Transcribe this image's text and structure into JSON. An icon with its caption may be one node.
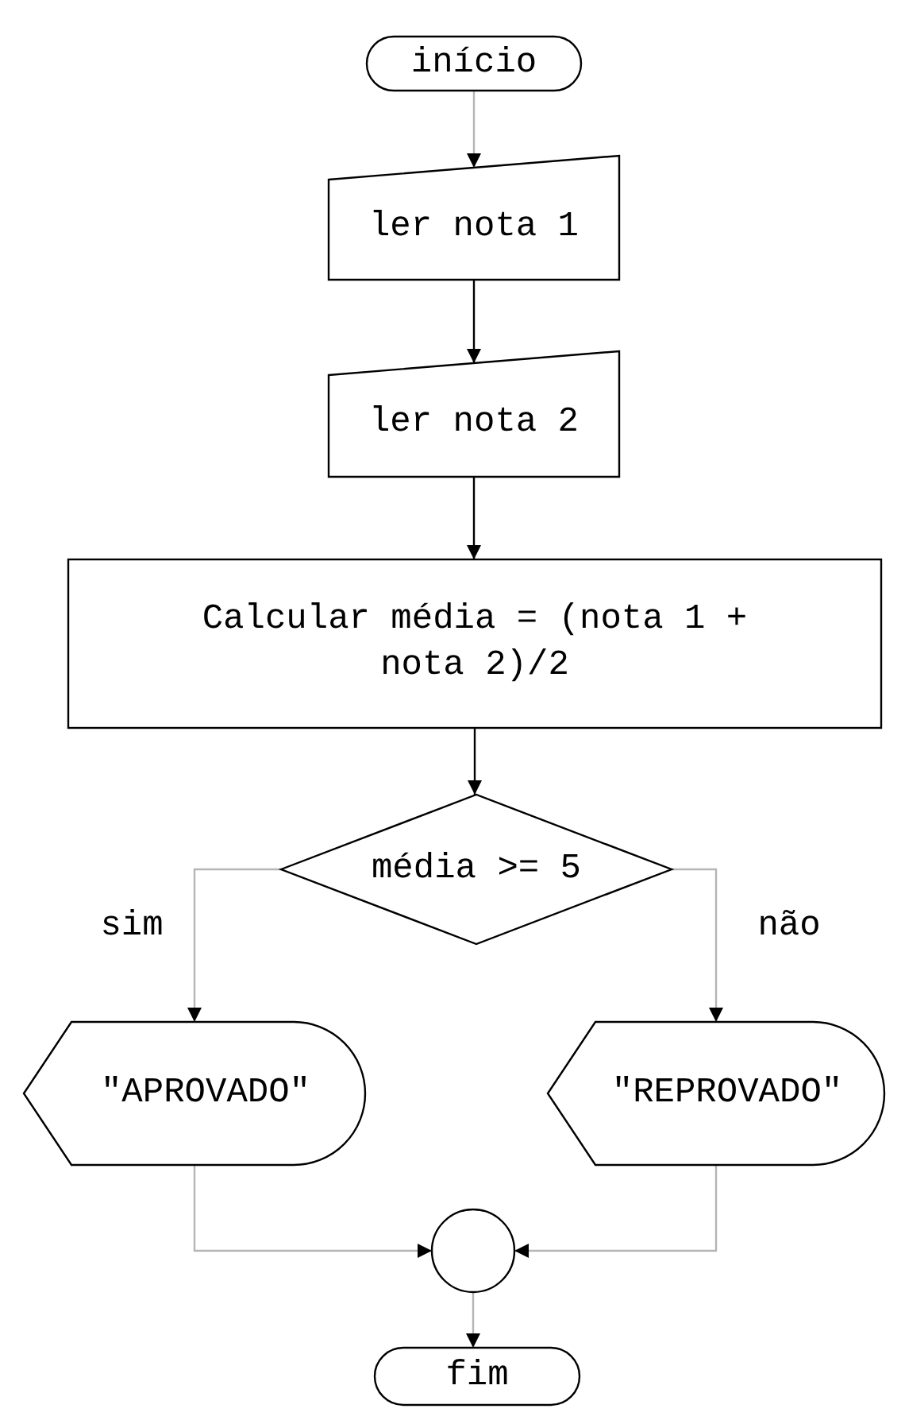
{
  "diagram": {
    "nodes": [
      {
        "text": [
          "início"
        ]
      },
      {
        "text": [
          "ler nota 1"
        ]
      },
      {
        "text": [
          "ler nota 2"
        ]
      },
      {
        "text": [
          "Calcular média = (nota 1 + nota 2)/2"
        ]
      },
      {
        "text": [
          "média >= 5"
        ]
      },
      {
        "text": [
          "\"APROVADO\""
        ]
      },
      {
        "text": [
          "\"REPROVADO\""
        ]
      },
      {
        "text": [],
        "shape": "circle"
      },
      {
        "text": [
          "fim"
        ]
      }
    ],
    "edges": [
      {
        "from": 0,
        "to": 1,
        "arrow": "to"
      },
      {
        "from": 1,
        "to": 2,
        "arrow": "to",
        "color": "#000000"
      },
      {
        "from": 2,
        "to": 3,
        "arrow": "to",
        "color": "#000000"
      },
      {
        "from": 3,
        "to": 4,
        "arrow": "to",
        "color": "#000000"
      },
      {
        "from": 4,
        "to": 5,
        "arrow": "to",
        "label": "sim"
      },
      {
        "from": 4,
        "to": 6,
        "arrow": "to",
        "label": "não"
      },
      {
        "from": 5,
        "to": 7,
        "arrow": "to"
      },
      {
        "from": 6,
        "to": 7,
        "arrow": "to"
      },
      {
        "from": 7,
        "to": 8,
        "arrow": "to"
      }
    ]
  }
}
